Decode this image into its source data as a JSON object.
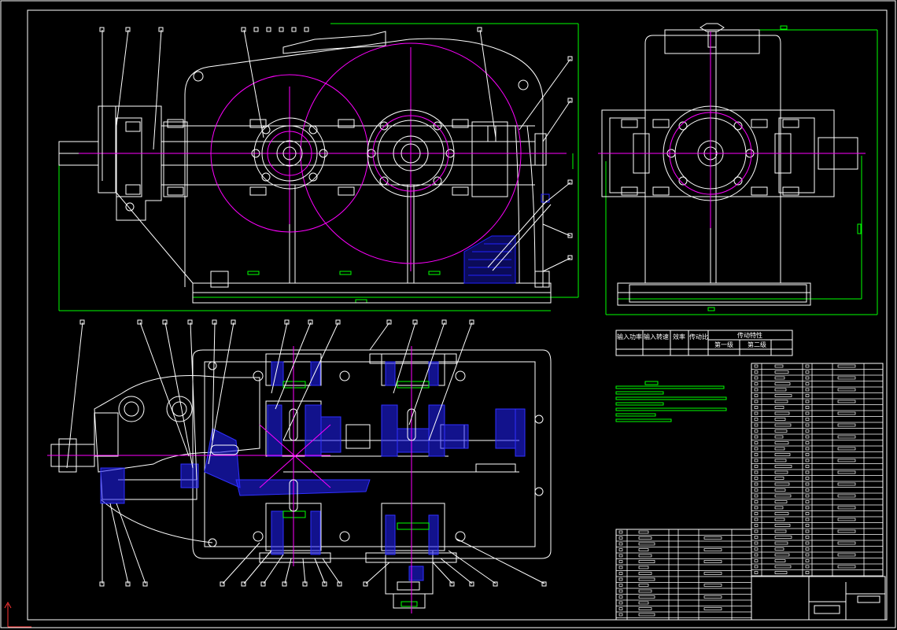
{
  "colors": {
    "background": "#000000",
    "line": "#ffffff",
    "pitch_circle": "#ff00ff",
    "dimension": "#00ff00",
    "hatch": "#2020ff",
    "center_line": "#ff00ff"
  },
  "performance_table": {
    "header_group": "传动特性",
    "columns": [
      "输入功率",
      "输入转速",
      "效率",
      "传动比",
      "第一级",
      "第二级"
    ]
  }
}
